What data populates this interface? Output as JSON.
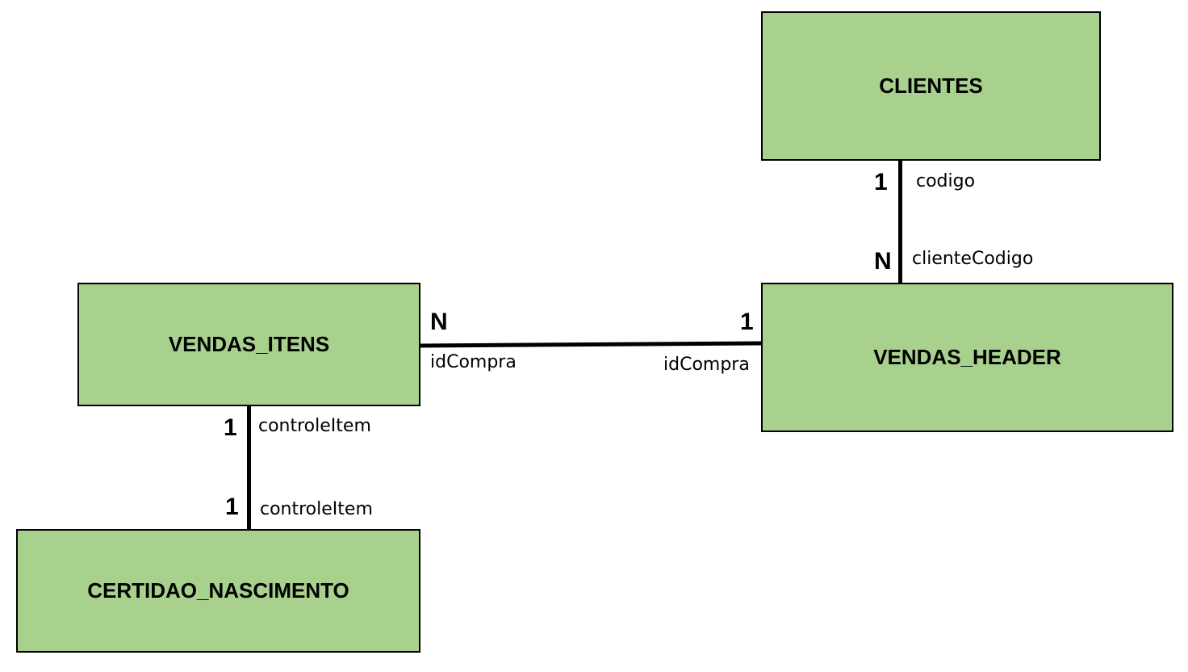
{
  "entities": {
    "clientes": "CLIENTES",
    "vendas_header": "VENDAS_HEADER",
    "vendas_itens": "VENDAS_ITENS",
    "certidao_nascimento": "CERTIDAO_NASCIMENTO"
  },
  "relationships": {
    "clientes_vendas_header": {
      "from_cardinality": "1",
      "from_field": "codigo",
      "to_cardinality": "N",
      "to_field": "clienteCodigo"
    },
    "vendas_itens_vendas_header": {
      "from_cardinality": "N",
      "from_field": "idCompra",
      "to_cardinality": "1",
      "to_field": "idCompra"
    },
    "vendas_itens_certidao": {
      "from_cardinality": "1",
      "from_field": "controleItem",
      "to_cardinality": "1",
      "to_field": "controleItem"
    }
  },
  "colors": {
    "entity_fill": "#a9d18e",
    "entity_border": "#000000",
    "line": "#000000"
  }
}
